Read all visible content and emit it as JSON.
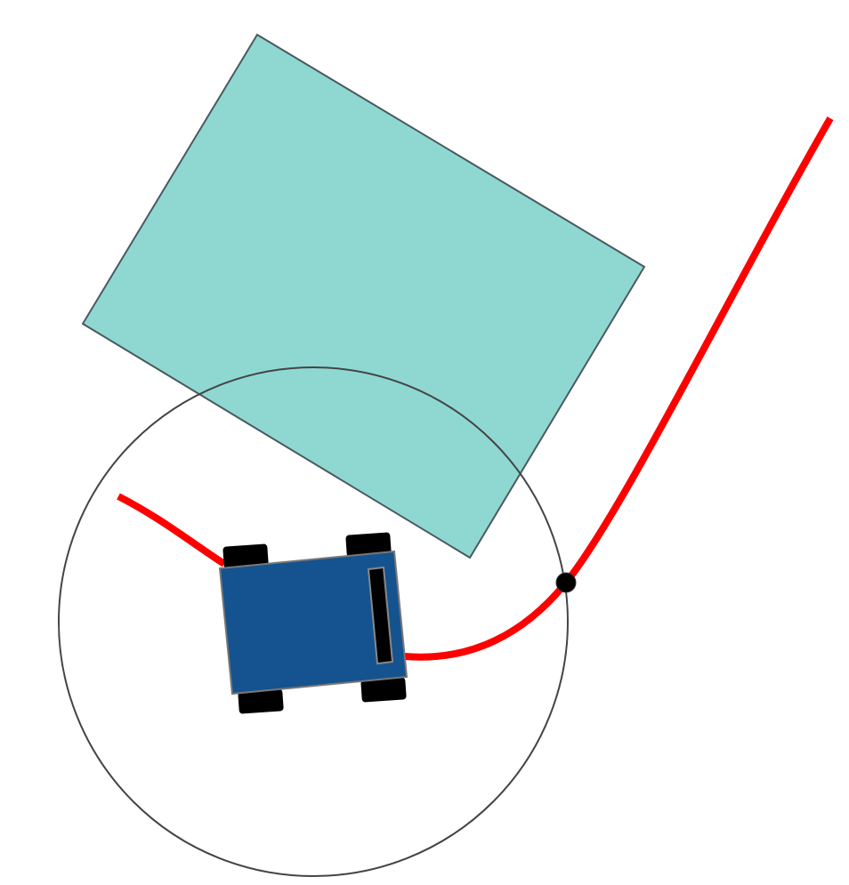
{
  "diagram": {
    "elements": [
      {
        "id": "obstacle",
        "icon": "obstacle-rectangle",
        "color": "#8fd8d2"
      },
      {
        "id": "lookahead-circle",
        "icon": "circle-outline",
        "color": "#444444"
      },
      {
        "id": "planned-path",
        "icon": "path-line",
        "color": "#ff0000"
      },
      {
        "id": "robot",
        "icon": "robot-car-icon",
        "color": "#14538f"
      },
      {
        "id": "wheels",
        "icon": "wheel-icon",
        "color": "#000000"
      },
      {
        "id": "lookahead-point",
        "icon": "dot-icon",
        "color": "#000000"
      }
    ]
  }
}
